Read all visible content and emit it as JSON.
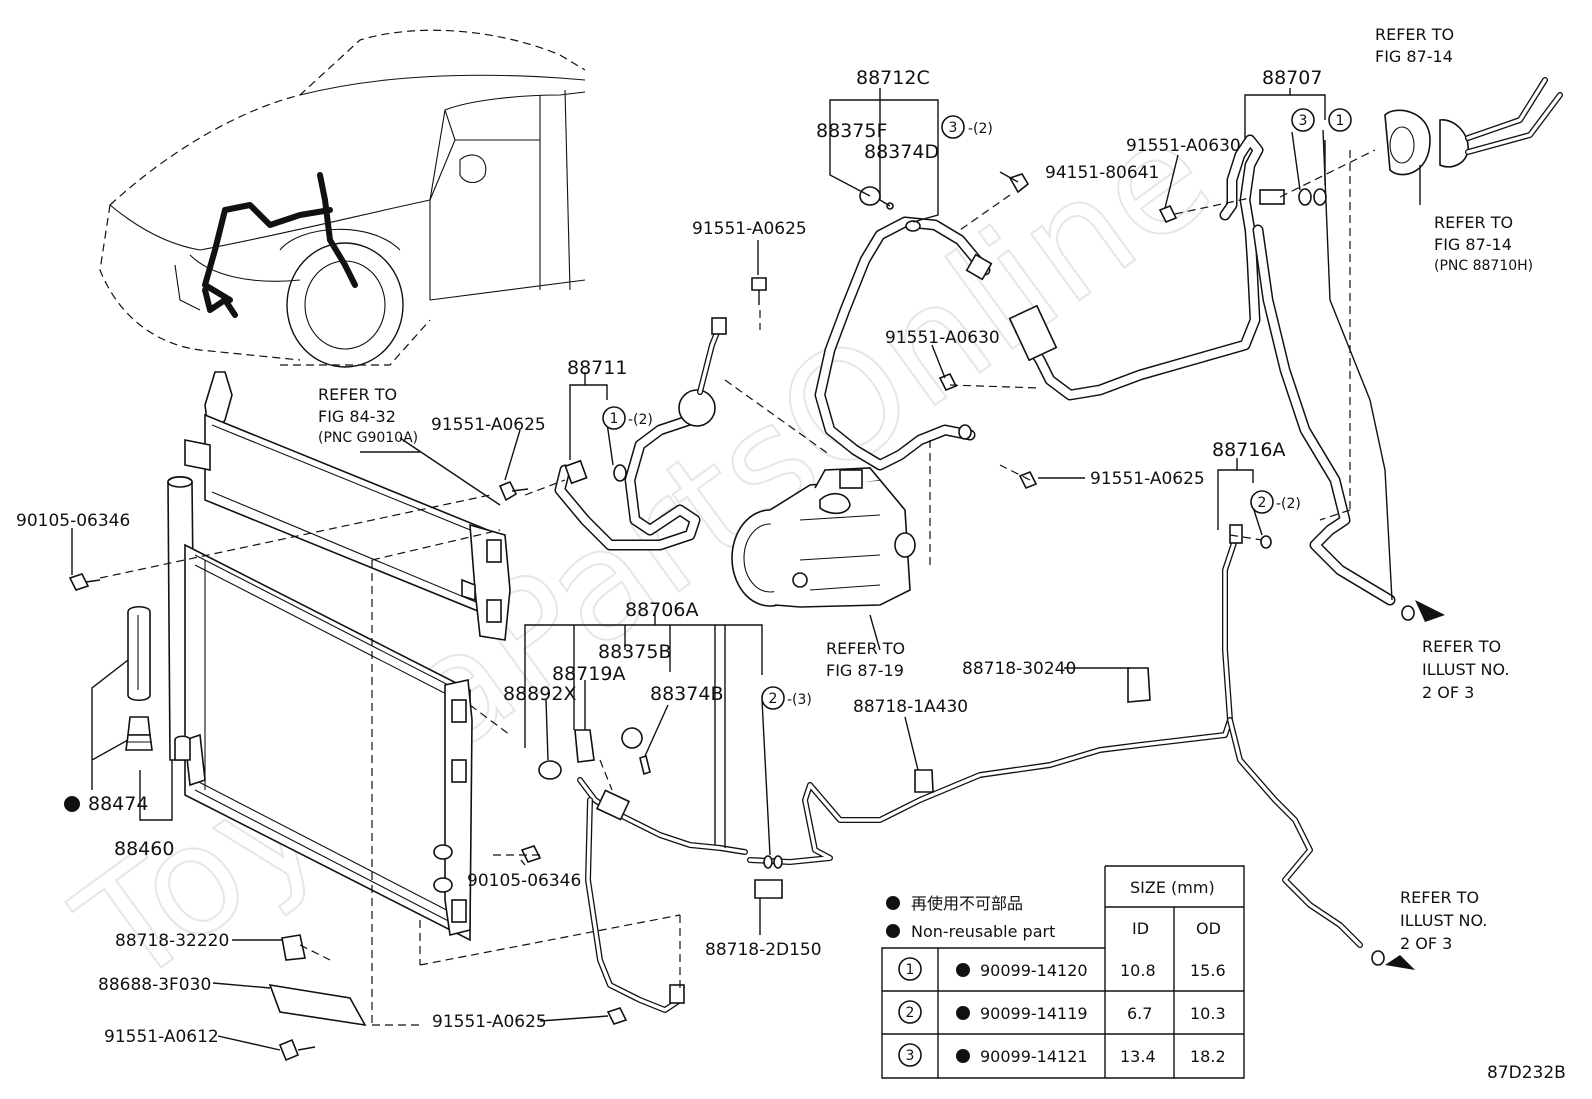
{
  "watermark": "ToyotaPartsOnline",
  "figure_code": "87D232B",
  "callouts": {
    "c88712C": "88712C",
    "c88375F": "88375F",
    "c88374D": "88374D",
    "c88707": "88707",
    "c91551_A0630_top": "91551-A0630",
    "c94151_80641": "94151-80641",
    "c91551_A0625_top": "91551-A0625",
    "c88711": "88711",
    "c91551_A0625_left": "91551-A0625",
    "c91551_A0630_mid": "91551-A0630",
    "c91551_A0625_right": "91551-A0625",
    "c88716A": "88716A",
    "c90105_06346_top": "90105-06346",
    "c88706A": "88706A",
    "c88375B": "88375B",
    "c88719A": "88719A",
    "c88374B": "88374B",
    "c88892X": "88892X",
    "c88718_30240": "88718-30240",
    "c88718_1A430": "88718-1A430",
    "c88474": "88474",
    "c88460": "88460",
    "c90105_06346_bot": "90105-06346",
    "c88718_2D150": "88718-2D150",
    "c88718_32220": "88718-32220",
    "c88688_3F030": "88688-3F030",
    "c91551_A0612": "91551-A0612",
    "c91551_A0625_bot": "91551-A0625"
  },
  "ring_refs": {
    "r88712C": {
      "num": "3",
      "qty": "-(2)"
    },
    "r88711": {
      "num": "1",
      "qty": "-(2)"
    },
    "r88716A": {
      "num": "2",
      "qty": "-(2)"
    },
    "r88706A": {
      "num": "2",
      "qty": "-(3)"
    },
    "r88707a": {
      "num": "3"
    },
    "r88707b": {
      "num": "1"
    }
  },
  "refs": {
    "fig87_14_top": [
      "REFER TO",
      "FIG 87-14"
    ],
    "fig87_14_right": [
      "REFER TO",
      "FIG 87-14",
      "(PNC 88710H)"
    ],
    "fig84_32": [
      "REFER TO",
      "FIG 84-32",
      "(PNC G9010A)"
    ],
    "fig87_19": [
      "REFER TO",
      "FIG 87-19"
    ],
    "illust_top": [
      "REFER TO",
      "ILLUST NO.",
      "2 OF 3"
    ],
    "illust_bot": [
      "REFER TO",
      "ILLUST NO.",
      "2 OF 3"
    ]
  },
  "legend": {
    "jp": "再使用不可部品",
    "en": "Non-reusable part"
  },
  "size_table": {
    "header": "SIZE (mm)",
    "col_id": "ID",
    "col_od": "OD",
    "rows": [
      {
        "ref": "1",
        "part": "90099-14120",
        "id": "10.8",
        "od": "15.6"
      },
      {
        "ref": "2",
        "part": "90099-14119",
        "id": "6.7",
        "od": "10.3"
      },
      {
        "ref": "3",
        "part": "90099-14121",
        "id": "13.4",
        "od": "18.2"
      }
    ]
  }
}
